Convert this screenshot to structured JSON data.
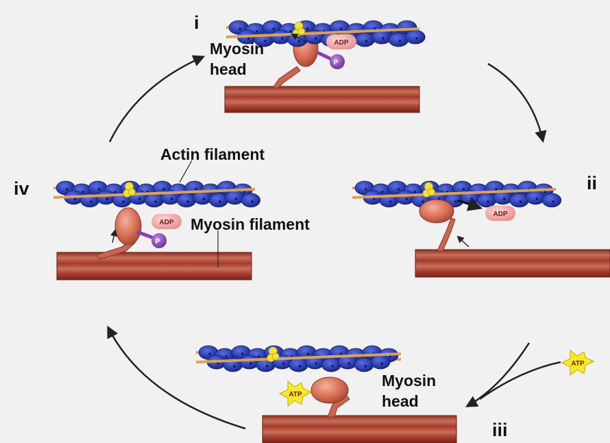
{
  "stages": {
    "i": {
      "label": "i",
      "myosin_head": "Myosin\nhead",
      "adp": "ADP",
      "p": "P"
    },
    "ii": {
      "label": "ii",
      "adp": "ADP"
    },
    "iii": {
      "label": "iii",
      "myosin_head": "Myosin\nhead",
      "atp": "ATP",
      "incoming_atp": "ATP"
    },
    "iv": {
      "label": "iv",
      "actin_filament": "Actin filament",
      "myosin_filament": "Myosin filament",
      "adp": "ADP",
      "p": "P"
    }
  },
  "colors": {
    "background": "#f1f1f1",
    "actin_bead": "#2d3fb5",
    "tropomyosin_strand": "#d9a25a",
    "troponin": "#f2e23a",
    "myosin_head": "#d9725a",
    "myosin_filament": "#b0483a",
    "adp_bubble": "#f0a0a0",
    "phosphate": "#8a3bb8",
    "atp_star": "#f4ec2a",
    "arrow": "#222222"
  }
}
